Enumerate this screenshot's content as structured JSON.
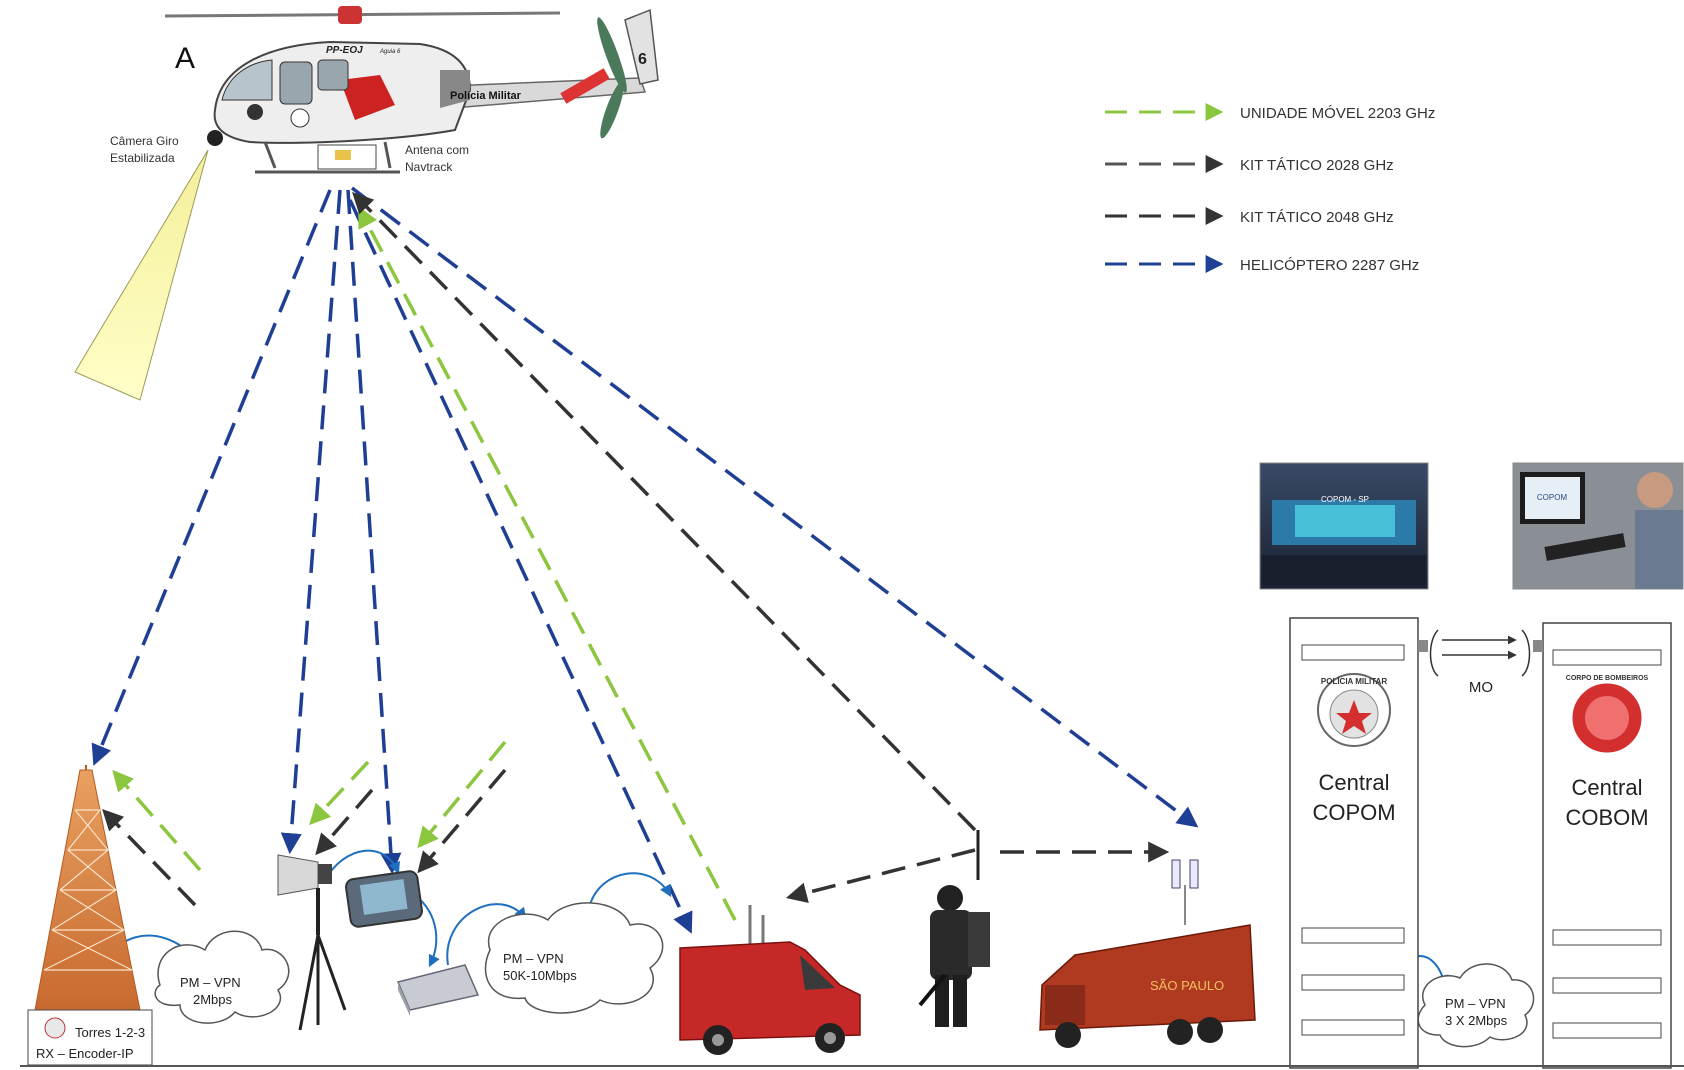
{
  "heli": {
    "letter": "A",
    "registration": "PP-EOJ",
    "model": "Aguia 6",
    "name": "Polícia Militar",
    "tail_number": "6",
    "camera_label_1": "Câmera Giro",
    "camera_label_2": "Estabilizada",
    "antenna_label_1": "Antena com",
    "antenna_label_2": "Navtrack"
  },
  "legend": [
    {
      "label": "UNIDADE MÓVEL 2203 GHz",
      "color": "#8cc63f"
    },
    {
      "label": "KIT TÁTICO 2028 GHz",
      "color": "#555555"
    },
    {
      "label": "KIT TÁTICO 2048 GHz",
      "color": "#333333"
    },
    {
      "label": "HELICÓPTERO 2287 GHz",
      "color": "#1f3f94"
    }
  ],
  "tower": {
    "label_1": "Torres 1-2-3",
    "label_2": "RX – Encoder-IP"
  },
  "clouds": [
    {
      "line1": "PM – VPN",
      "line2": "2Mbps"
    },
    {
      "line1": "PM – VPN",
      "line2": "50K-10Mbps"
    },
    {
      "line1": "PM – VPN",
      "line2": "3 X 2Mbps"
    }
  ],
  "copom_photo": {
    "screen_text": "COPOM - SP"
  },
  "cobom_photo": {
    "screen_text": "COPOM"
  },
  "central_left": {
    "line1": "Central",
    "line2": "COPOM",
    "seal_text": "POLÍCIA MILITAR"
  },
  "central_right": {
    "line1": "Central",
    "line2": "COBOM",
    "seal_text": "CORPO DE BOMBEIROS"
  },
  "mo_label": "MO",
  "truck_text": "SÃO PAULO"
}
